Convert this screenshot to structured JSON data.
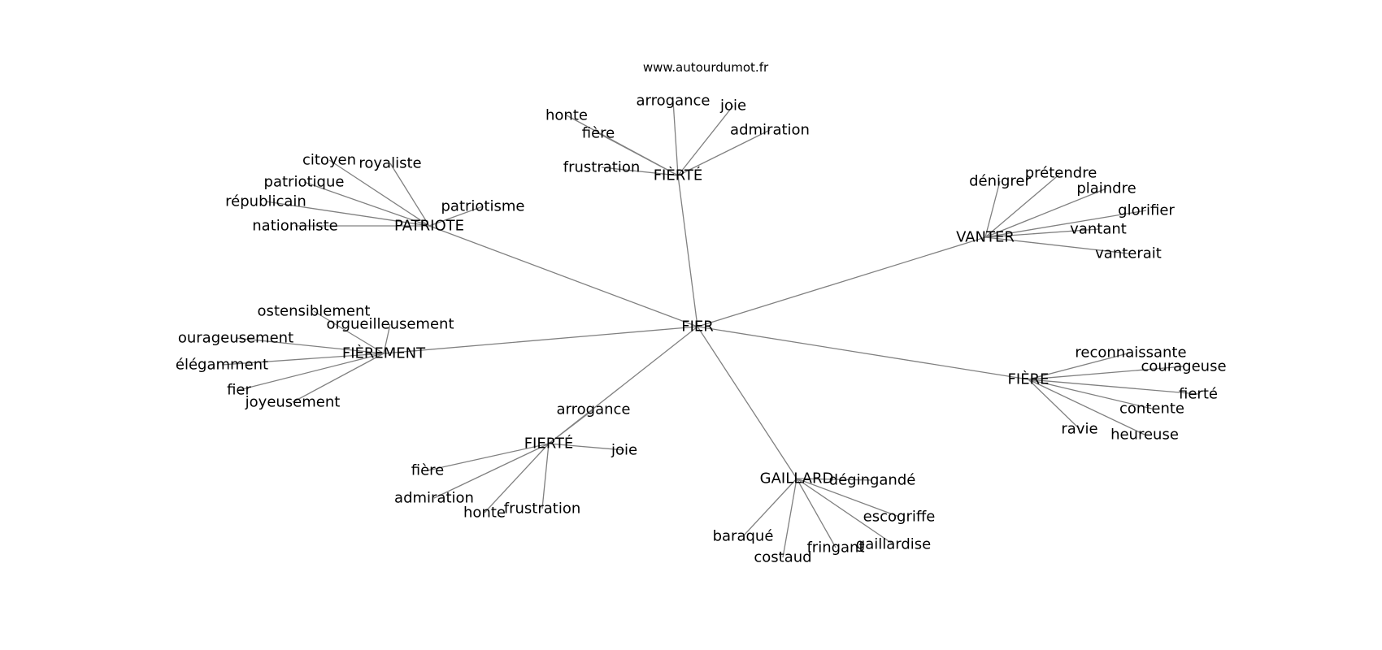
{
  "credit": "www.autourdumot.fr",
  "graph": {
    "root": "FIER",
    "clusters": [
      {
        "hub": "FIÈRTÉ",
        "children": [
          "arrogance",
          "joie",
          "honte",
          "fière",
          "admiration",
          "frustration"
        ]
      },
      {
        "hub": "PATRIOTE",
        "children": [
          "citoyen",
          "royaliste",
          "patriotique",
          "républicain",
          "patriotisme",
          "nationaliste"
        ]
      },
      {
        "hub": "VANTER",
        "children": [
          "dénigrer",
          "prétendre",
          "plaindre",
          "glorifier",
          "vantant",
          "vanterait"
        ]
      },
      {
        "hub": "FIÈREMENT",
        "children": [
          "ostensiblement",
          "orgueilleusement",
          "ourageusement",
          "élégamment",
          "fier",
          "joyeusement"
        ]
      },
      {
        "hub": "FIÈRE",
        "children": [
          "reconnaissante",
          "courageuse",
          "fierté",
          "contente",
          "ravie",
          "heureuse"
        ]
      },
      {
        "hub": "FIERTÉ",
        "children": [
          "arrogance",
          "joie",
          "fière",
          "admiration",
          "honte",
          "frustration"
        ]
      },
      {
        "hub": "GAILLARD",
        "children": [
          "dégingandé",
          "escogriffe",
          "baraqué",
          "gaillardise",
          "fringant",
          "costaud"
        ]
      }
    ]
  }
}
